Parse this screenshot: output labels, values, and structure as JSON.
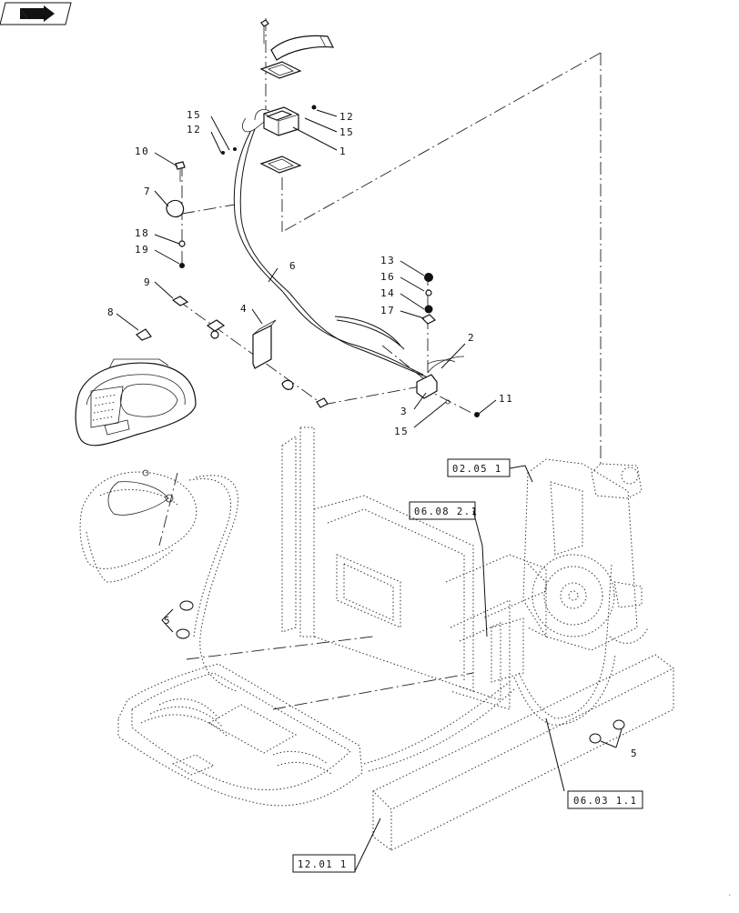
{
  "nav_icon": "arrow-back-icon",
  "callouts": {
    "c1": "1",
    "c2": "2",
    "c3": "3",
    "c4": "4",
    "c5a": "5",
    "c5b": "5",
    "c6": "6",
    "c7": "7",
    "c8": "8",
    "c9": "9",
    "c10": "10",
    "c11": "11",
    "c12a": "12",
    "c12b": "12",
    "c13": "13",
    "c14": "14",
    "c15a": "15",
    "c15b": "15",
    "c15c": "15",
    "c16": "16",
    "c17": "17",
    "c18": "18",
    "c19": "19"
  },
  "refs": {
    "r1": "02.05 1",
    "r2": "06.08 2.1",
    "r3": "06.03 1.1",
    "r4": "12.01 1"
  }
}
